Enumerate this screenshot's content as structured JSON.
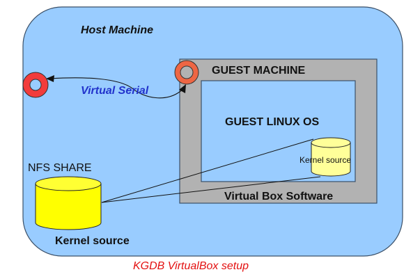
{
  "diagram": {
    "caption": "KGDB VirtualBox setup",
    "host": {
      "label": "Host Machine"
    },
    "guest_machine": {
      "label": "GUEST MACHINE"
    },
    "guest_os": {
      "label": "GUEST LINUX OS"
    },
    "virtualbox": {
      "label": "Virtual Box Software"
    },
    "serial_link": {
      "label": "Virtual Serial"
    },
    "nfs_share": {
      "label": "NFS SHARE",
      "storage_label": "Kernel source"
    },
    "guest_storage": {
      "label": "Kernel source"
    }
  },
  "colors": {
    "host_fill": "#99ccff",
    "guest_machine_fill": "#b2b2b2",
    "guest_os_fill": "#99ccff",
    "border": "#3b5068",
    "host_port": "#f23c3c",
    "guest_port": "#ee6644",
    "nfs_cylinder": "#ffff00",
    "guest_cylinder": "#ffff99",
    "serial_label": "#2233cc",
    "caption": "#e31010"
  }
}
